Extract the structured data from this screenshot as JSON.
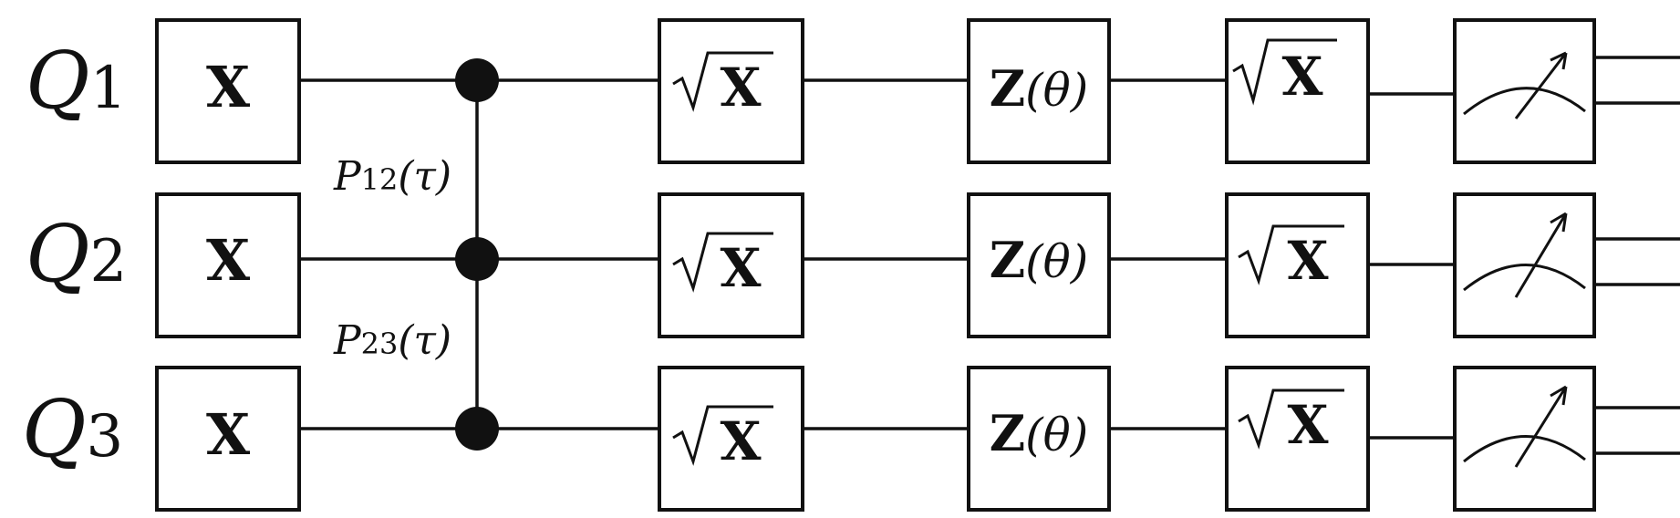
{
  "qubits": [
    {
      "name": "Q",
      "sub": "1"
    },
    {
      "name": "Q",
      "sub": "2"
    },
    {
      "name": "Q",
      "sub": "3"
    }
  ],
  "gates": {
    "x": "X",
    "sqrt_x": "X",
    "z_theta": {
      "base": "Z",
      "arg": "(θ)"
    }
  },
  "couplings": [
    {
      "name": "P",
      "sub": "12",
      "arg": "(τ)"
    },
    {
      "name": "P",
      "sub": "23",
      "arg": "(τ)"
    }
  ]
}
